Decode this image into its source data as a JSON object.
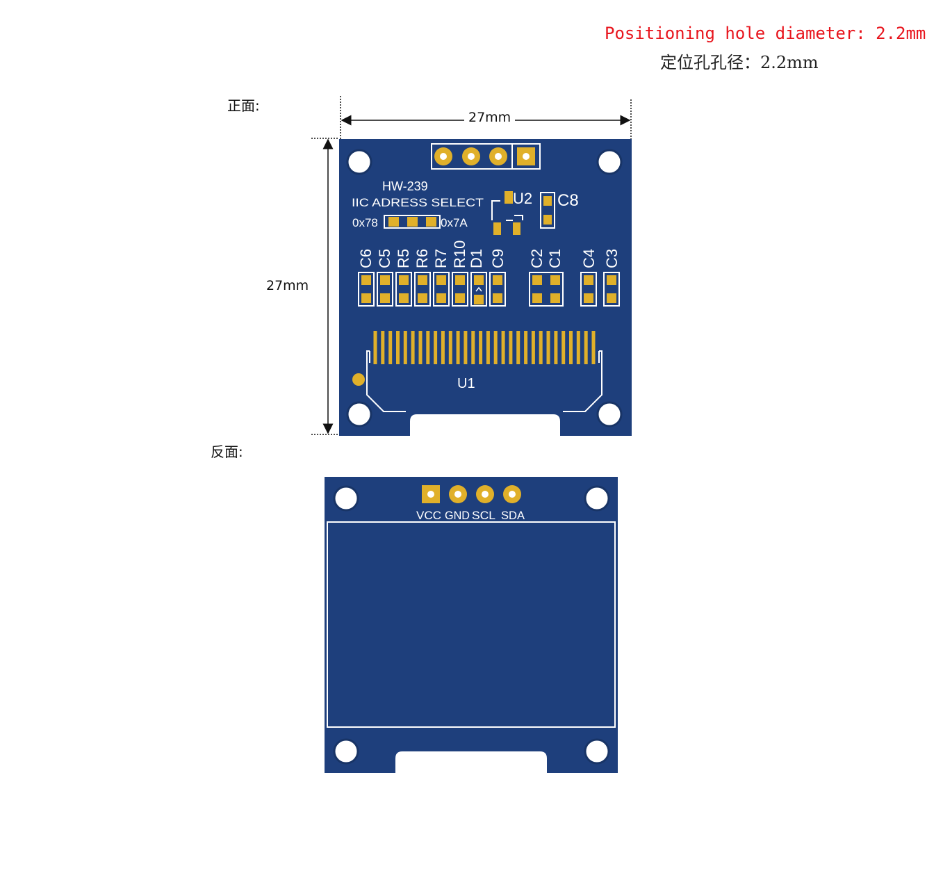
{
  "title": {
    "en": "Positioning hole diameter: 2.2mm",
    "cn": "定位孔孔径：2.2mm"
  },
  "front": {
    "label": "正面:",
    "width_dim": "27mm",
    "height_dim": "27mm",
    "board_name": "HW-239",
    "iic_label": "IIC ADRESS SELECT",
    "addr_left": "0x78",
    "addr_right": "0x7A",
    "u2": "U2",
    "c8": "C8",
    "left_components": [
      "C6",
      "C5",
      "R5",
      "R6",
      "R7",
      "R10",
      "D1",
      "C9"
    ],
    "right_components": [
      "C2",
      "C1",
      "C4",
      "C3"
    ],
    "u1": "U1"
  },
  "back": {
    "label": "反面:",
    "pins": [
      "VCC",
      "GND",
      "SCL",
      "SDA"
    ]
  },
  "colors": {
    "board": "#1e3f7c",
    "pad": "#e0b02a",
    "silk": "#ffffff",
    "title_red": "#e8141c"
  }
}
